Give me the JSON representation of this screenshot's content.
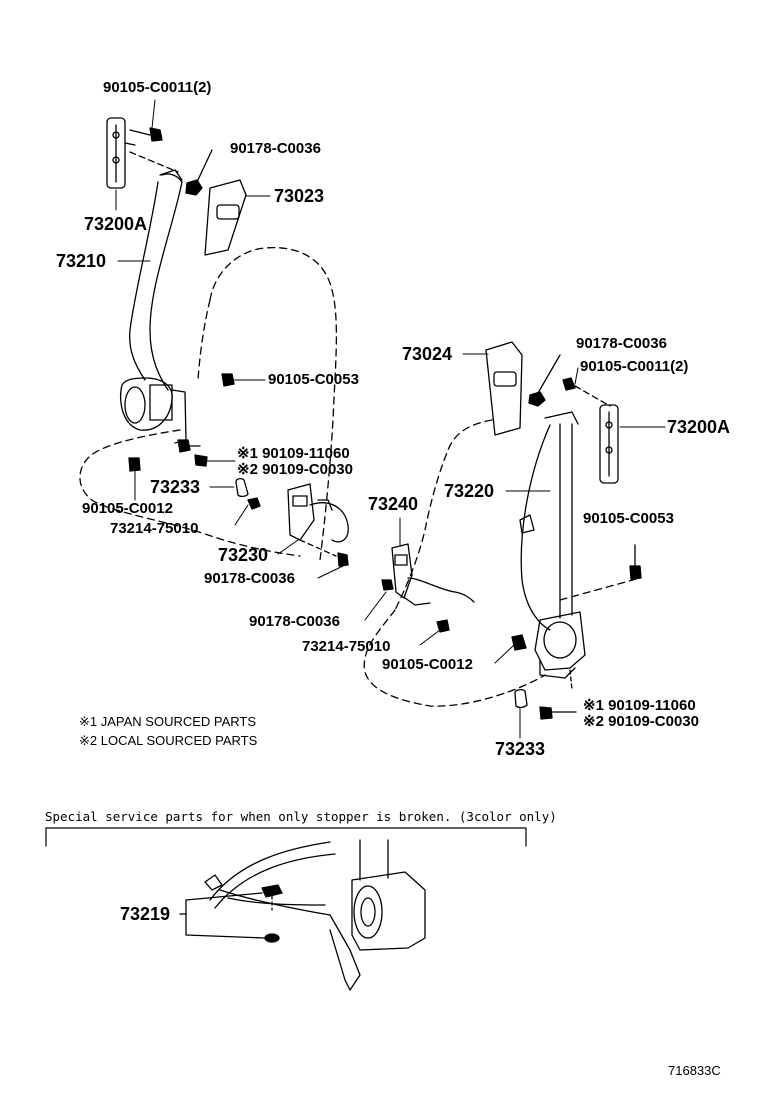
{
  "labels": {
    "p_90105_C0011_top": "90105-C0011(2)",
    "p_90178_C0036_top": "90178-C0036",
    "p_73023": "73023",
    "p_73200A_left": "73200A",
    "p_73210": "73210",
    "p_90105_C0053_left": "90105-C0053",
    "p_j1_left": "※1 90109-11060",
    "p_j2_left": "※2 90109-C0030",
    "p_73233_left": "73233",
    "p_90105_C0012_left": "90105-C0012",
    "p_73214_left": "73214-75010",
    "p_73230": "73230",
    "p_90178_C0036_left_bottom": "90178-C0036",
    "p_73024": "73024",
    "p_90178_C0036_right": "90178-C0036",
    "p_90105_C0011_right": "90105-C0011(2)",
    "p_73200A_right": "73200A",
    "p_73240": "73240",
    "p_73220": "73220",
    "p_90105_C0053_right": "90105-C0053",
    "p_90178_C0036_center": "90178-C0036",
    "p_73214_center": "73214-75010",
    "p_90105_C0012_right": "90105-C0012",
    "p_j1_right": "※1 90109-11060",
    "p_j2_right": "※2 90109-C0030",
    "p_73233_right": "73233",
    "p_73219": "73219"
  },
  "notes": {
    "japan": "※1 JAPAN SOURCED PARTS",
    "local": "※2 LOCAL SOURCED PARTS"
  },
  "service_note": "Special service parts for when only stopper is broken. (3color only)",
  "diagram_code": "716833C"
}
